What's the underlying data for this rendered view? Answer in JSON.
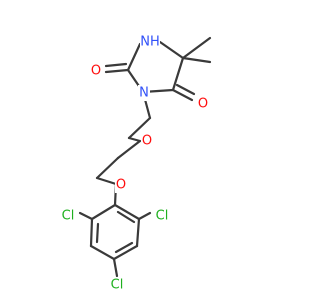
{
  "colors": {
    "bond": "#3a3a3a",
    "carbon": "#3a3a3a",
    "oxygen": "#ff0d0d",
    "nitrogen": "#3050f8",
    "chlorine": "#1fb01f"
  },
  "atoms": [
    {
      "id": "nh",
      "label": "NH",
      "element": "N"
    },
    {
      "id": "n3",
      "label": "N",
      "element": "N"
    },
    {
      "id": "o1",
      "label": "O",
      "element": "O"
    },
    {
      "id": "o2",
      "label": "O",
      "element": "O"
    },
    {
      "id": "o3",
      "label": "O",
      "element": "O"
    },
    {
      "id": "o4",
      "label": "O",
      "element": "O"
    },
    {
      "id": "cl1",
      "label": "Cl",
      "element": "Cl"
    },
    {
      "id": "cl2",
      "label": "Cl",
      "element": "Cl"
    },
    {
      "id": "cl3",
      "label": "Cl",
      "element": "Cl"
    }
  ]
}
